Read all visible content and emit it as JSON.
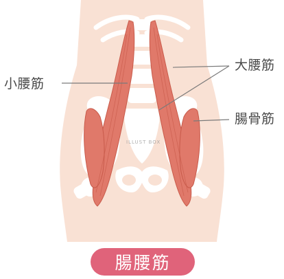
{
  "labels": {
    "psoas_minor": "小腰筋",
    "psoas_major": "大腰筋",
    "iliacus": "腸骨筋"
  },
  "title": "腸腰筋",
  "watermark": "ILLUST BOX",
  "colors": {
    "body": "#f9e1d4",
    "bone": "#ffffff",
    "muscle": "#e0796a",
    "muscle_dark": "#c85a4a",
    "title_bg": "#e0637a",
    "line": "#7a7a7a"
  }
}
